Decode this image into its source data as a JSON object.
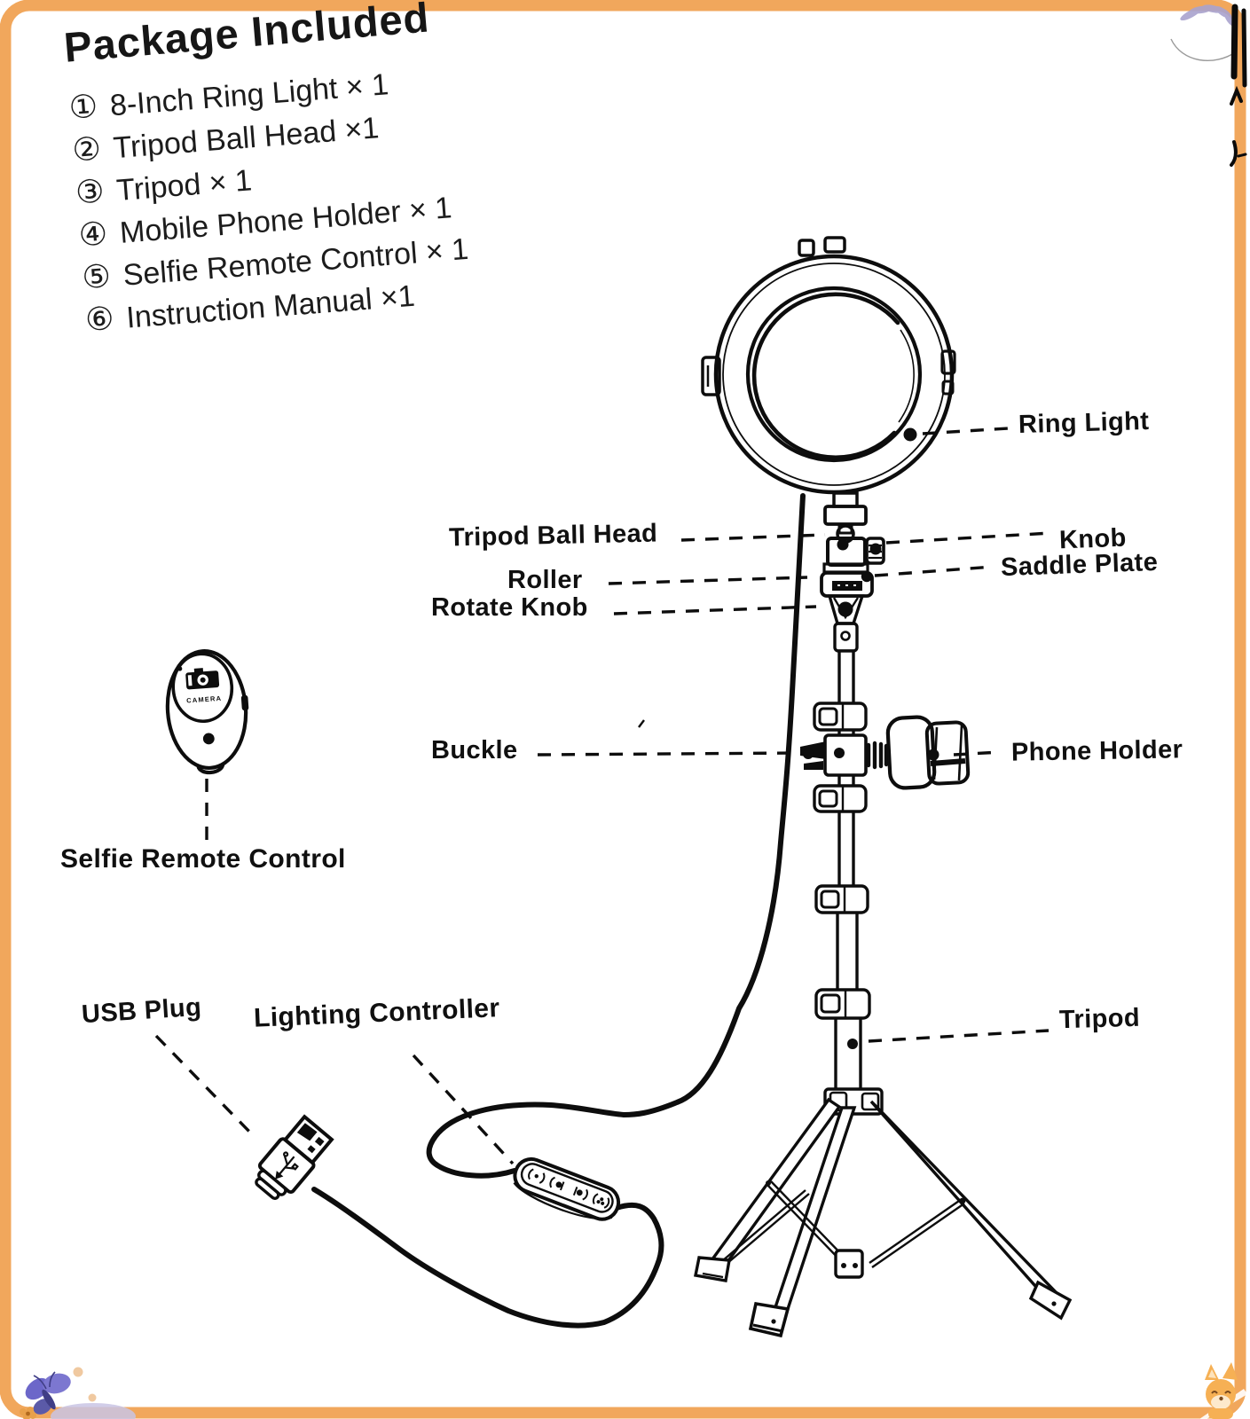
{
  "page_title": "Package Included",
  "package_list": [
    {
      "index": "①",
      "label": "8-Inch Ring Light × 1"
    },
    {
      "index": "②",
      "label": "Tripod Ball Head ×1"
    },
    {
      "index": "③",
      "label": "Tripod × 1"
    },
    {
      "index": "④",
      "label": "Mobile Phone Holder × 1"
    },
    {
      "index": "⑤",
      "label": "Selfie Remote Control × 1"
    },
    {
      "index": "⑥",
      "label": "Instruction Manual ×1"
    }
  ],
  "callouts": {
    "ring_light": "Ring Light",
    "tripod_ball_head": "Tripod Ball Head",
    "knob": "Knob",
    "saddle_plate": "Saddle Plate",
    "roller": "Roller",
    "rotate_knob": "Rotate Knob",
    "buckle": "Buckle",
    "phone_holder": "Phone Holder",
    "selfie_remote_control": "Selfie Remote Control",
    "usb_plug": "USB Plug",
    "lighting_controller": "Lighting Controller",
    "tripod": "Tripod"
  },
  "remote_control": {
    "button_text": "CAMERA"
  },
  "lighting_controller_icons": [
    "power-icon",
    "brightness-down-icon",
    "brightness-up-icon",
    "mode-icon"
  ],
  "colors": {
    "frame": "#F1A75C",
    "ink": "#111111",
    "paper": "#FFFFFF",
    "decoration_lavender": "#A9A3CE",
    "decoration_butterfly": "#6C67C9",
    "decoration_fox": "#F6B054"
  }
}
